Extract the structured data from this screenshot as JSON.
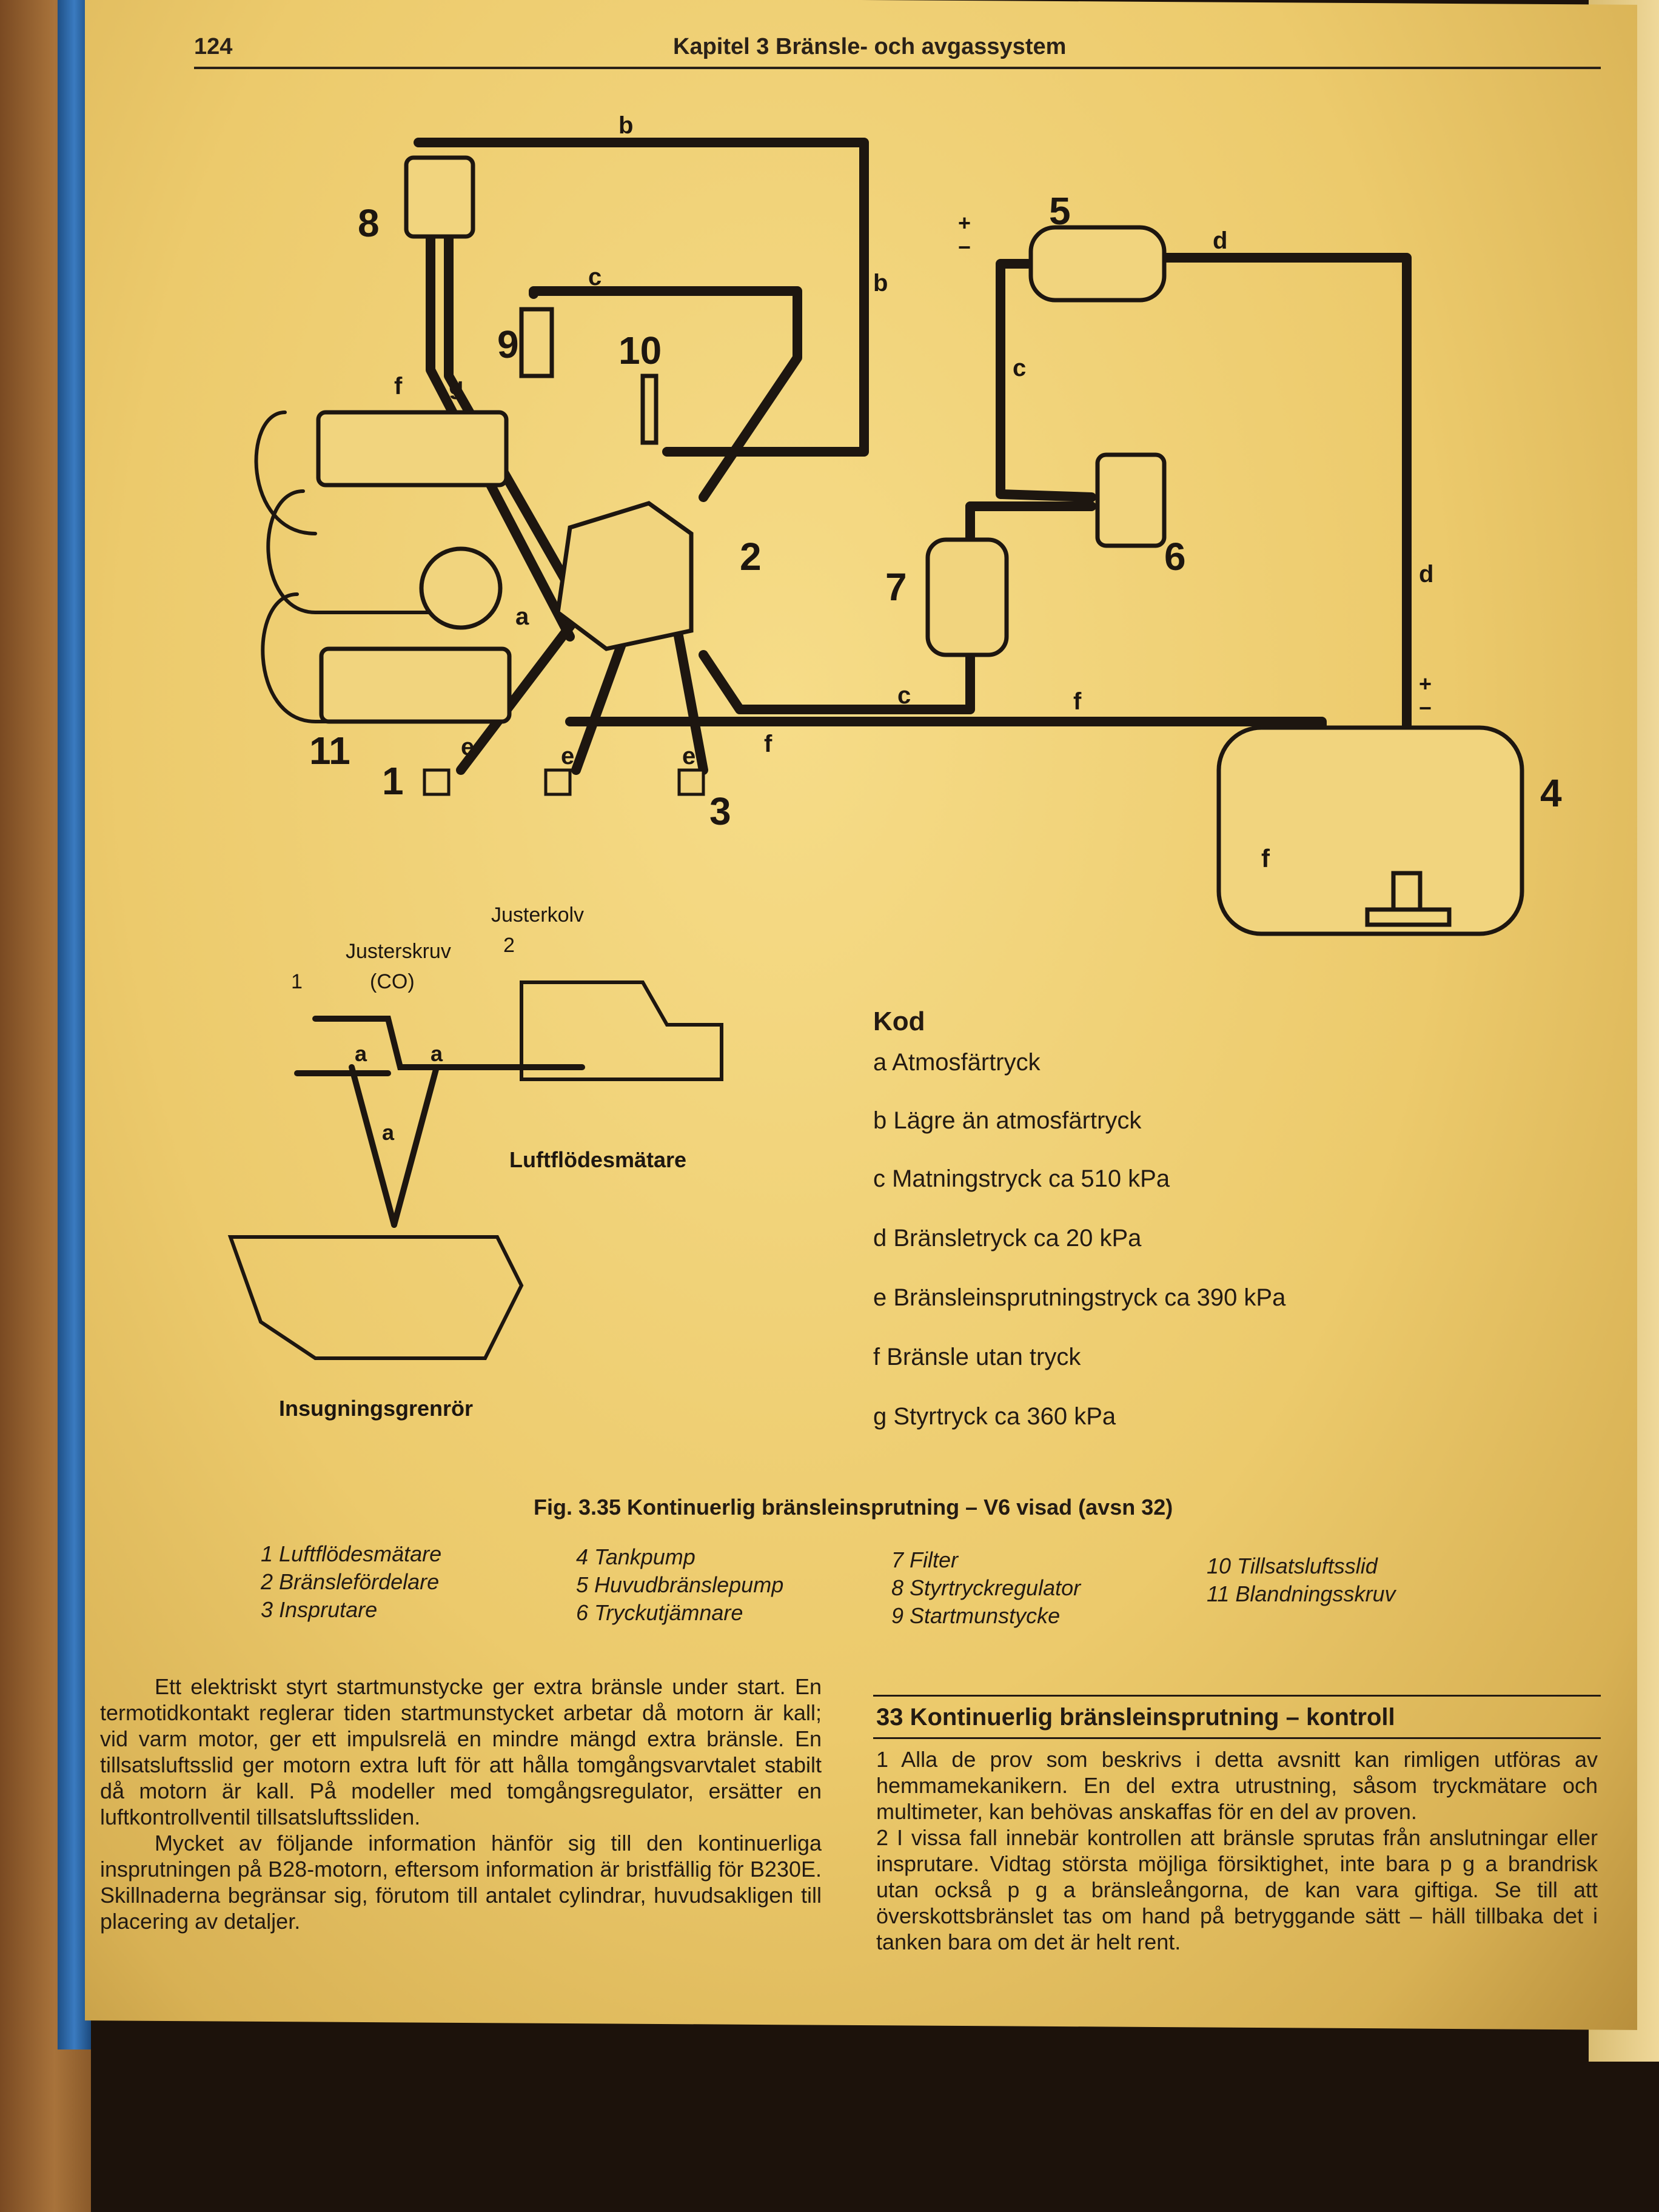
{
  "header": {
    "page_number": "124",
    "chapter": "Kapitel 3 Bränsle- och avgassystem"
  },
  "diagram": {
    "line_letters": [
      "a",
      "b",
      "c",
      "d",
      "e",
      "f",
      "g"
    ],
    "part_numbers": [
      "1",
      "2",
      "3",
      "4",
      "5",
      "6",
      "7",
      "8",
      "9",
      "10",
      "11"
    ],
    "plus": "+",
    "minus": "−"
  },
  "inset": {
    "justerkolv": "Justerkolv",
    "justerskruv": "Justerskruv",
    "co": "(CO)",
    "luftflodesmatare": "Luftflödesmätare",
    "insugningsgrenror": "Insugningsgrenrör",
    "num1": "1",
    "num2": "2",
    "a": "a"
  },
  "kod": {
    "title": "Kod",
    "items": [
      "a  Atmosfärtryck",
      "b  Lägre än atmosfärtryck",
      "c  Matningstryck ca 510 kPa",
      "d  Bränsletryck ca 20 kPa",
      "e  Bränsleinsprutningstryck ca 390 kPa",
      "f  Bränsle utan tryck",
      "g  Styrtryck ca 360 kPa"
    ]
  },
  "figure": {
    "caption": "Fig. 3.35 Kontinuerlig bränsleinsprutning – V6 visad (avsn 32)",
    "legend_col1": [
      "1  Luftflödesmätare",
      "2  Bränslefördelare",
      "3  Insprutare"
    ],
    "legend_col2": [
      "4  Tankpump",
      "5  Huvudbränslepump",
      "6  Tryckutjämnare"
    ],
    "legend_col3": [
      "7  Filter",
      "8  Styrtryckregulator",
      "9  Startmunstycke"
    ],
    "legend_col4": [
      "10  Tillsatsluftsslid",
      "11  Blandningsskruv"
    ]
  },
  "left_text": {
    "para1": "Ett elektriskt styrt startmunstycke ger extra bränsle under start. En termotidkontakt reglerar tiden startmunstycket arbetar då motorn är kall; vid varm motor, ger ett impulsrelä en mindre mängd extra bränsle. En tillsatsluftsslid ger motorn extra luft för att hålla tomgångsvarvtalet stabilt då motorn är kall. På modeller med tomgångsregulator, ersätter en luftkontrollventil tillsatsluftssliden.",
    "para2": "Mycket av följande information hänför sig till den kontinuerliga insprutningen på B28-motorn, eftersom information är bristfällig för B230E. Skillnaderna begränsar sig, förutom till antalet cylindrar, huvudsakligen till placering av detaljer."
  },
  "section": {
    "title": "33  Kontinuerlig bränsleinsprutning – kontroll",
    "para1": "1  Alla de prov som beskrivs i detta avsnitt kan rimligen utföras av hemmamekanikern. En del extra utrustning, såsom tryckmätare och multimeter, kan behövas anskaffas för en del av proven.",
    "para2": "2  I vissa fall innebär kontrollen att bränsle sprutas från anslutningar eller insprutare. Vidtag största möjliga försiktighet, inte bara p g a brandrisk utan också p g a bränsleångorna, de kan vara giftiga. Se till att överskottsbränslet tas om hand på betryggande sätt – häll tillbaka det i tanken bara om det är helt rent."
  }
}
